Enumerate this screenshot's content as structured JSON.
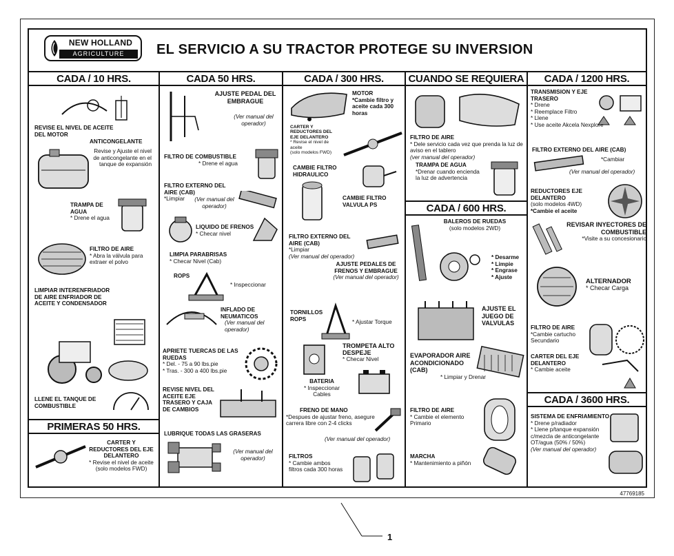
{
  "brand": {
    "name": "NEW HOLLAND",
    "sub": "AGRICULTURE"
  },
  "title": "EL SERVICIO A SU TRACTOR  PROTEGE SU INVERSION",
  "columns": {
    "c1": {
      "head": "CADA / 10 HRS.",
      "head2": "PRIMERAS 50 HRS."
    },
    "c2": {
      "head": "CADA 50 HRS."
    },
    "c3": {
      "head": "CADA / 300 HRS."
    },
    "c4": {
      "head": "CUANDO SE REQUIERA",
      "head2": "CADA / 600 HRS."
    },
    "c5": {
      "head": "CADA / 1200 HRS.",
      "head2": "CADA / 3600 HRS."
    }
  },
  "c1": {
    "nivel": "REVISE EL NIVEL DE ACEITE DEL MOTOR",
    "anti_t": "ANTICONGELANTE",
    "anti_b": "Revise y Ajuste el nivel de anticongelante en el tanque de expansión",
    "trampa_t": "TRAMPA DE AGUA",
    "trampa_b": "* Drene el agua",
    "filtro_t": "FILTRO DE AIRE",
    "filtro_b": "* Abra la válvula para extraer el polvo",
    "limpiar": "LIMPIAR INTERENFRIADOR DE AIRE ENFRIADOR DE ACEITE Y CONDENSADOR",
    "llene": "LLENE EL TANQUE DE COMBUSTIBLE",
    "carter_t": "CARTER Y REDUCTORES DEL EJE DELANTERO",
    "carter_b": "* Revise el nivel de aceite",
    "carter_n": "(solo modelos FWD)"
  },
  "c2": {
    "pedal_t": "AJUSTE PEDAL DEL EMBRAGUE",
    "pedal_n": "(Ver manual del operador)",
    "comb_t": "FILTRO DE COMBUSTIBLE",
    "comb_b": "* Drene el agua",
    "fext_t": "FILTRO EXTERNO DEL AIRE (CAB)",
    "fext_b": "*Limpiar",
    "fext_n": "(Ver manual del operador)",
    "liq_t": "LIQUIDO DE FRENOS",
    "liq_b": "* Checar nivel",
    "limpia_t": "LIMPIA PARABRISAS",
    "limpia_b": "* Checar Nivel (Cab)",
    "rops": "ROPS",
    "rops_b": "* Inspeccionar",
    "infl_t": "INFLADO DE NEUMATICOS",
    "infl_n": "(Ver manual del operador)",
    "apr_t": "APRIETE TUERCAS DE LAS RUEDAS",
    "apr_b1": "* Del. - 75 a 90 lbs.pie",
    "apr_b2": "* Tras. - 300 a 400 lbs.pie",
    "rev_t": "REVISE NIVEL DEL ACEITE EJE TRASERO Y CAJA DE CAMBIOS",
    "lub_t": "LUBRIQUE TODAS LAS GRASERAS",
    "lub_n": "(Ver manual del operador)"
  },
  "c3": {
    "motor_t": "MOTOR",
    "motor_b": "*Cambie filtro y aceite cada 300 horas",
    "carter_t": "CARTER Y REDUCTORES DEL EJE DELANTERO",
    "carter_b": "* Revise el nivel de aceite",
    "carter_n": "(solo modelos FWD)",
    "hid_t": "CAMBIE FILTRO HIDRAULICO",
    "ps_t": "CAMBIE FILTRO VALVULA PS",
    "fext_t": "FILTRO EXTERNO DEL AIRE (CAB)",
    "fext_b": "*Limpiar",
    "fext_n": "(Ver manual del operador)",
    "ped_t": "AJUSTE PEDALES DE FRENOS Y EMBRAGUE",
    "ped_n": "(Ver manual del operador)",
    "torn_t": "TORNILLOS ROPS",
    "torn_b": "* Ajustar Torque",
    "trom_t": "TROMPETA ALTO DESPEJE",
    "trom_b": "* Checar Nivel",
    "bat_t": "BATERIA",
    "bat_b": "* Inspeccionar Cables",
    "freno_t": "FRENO DE MANO",
    "freno_b": "*Despues de ajustar freno, asegure carrera libre con 2-4 clicks",
    "freno_n": "(Ver manual del operador)",
    "filt_t": "FILTROS",
    "filt_b": "* Cambie ambos filtros cada 300 horas"
  },
  "c4": {
    "aire_t": "FILTRO DE AIRE",
    "aire_b": "* Dele servicio cada vez que prenda la luz de aviso en el tablero",
    "aire_n": "(ver manual del operador)",
    "trampa_t": "TRAMPA DE AGUA",
    "trampa_b": "*Drenar cuando encienda la luz de advertencia",
    "bal_t": "BALEROS DE RUEDAS",
    "bal_n": "(solo modelos 2WD)",
    "bal_l1": "* Desarme",
    "bal_l2": "* Limpie",
    "bal_l3": "* Engrase",
    "bal_l4": "* Ajuste",
    "val_t": "AJUSTE EL JUEGO DE VALVULAS",
    "evap_t": "EVAPORADOR AIRE ACONDICIONADO (CAB)",
    "evap_b": "* Limpiar y Drenar",
    "fa_t": "FILTRO DE AIRE",
    "fa_b": "* Cambie el elemento Primario",
    "marcha_t": "MARCHA",
    "marcha_b": "* Mantenimiento a piñón"
  },
  "c5": {
    "trans_t": "TRANSMISION Y EJE TRASERO",
    "trans_b1": "* Drene",
    "trans_b2": "* Reemplace Filtro",
    "trans_b3": "* Llene",
    "trans_b4": "* Use aceite Akcela Nexplore",
    "fext_t": "FILTRO EXTERNO DEL AIRE (CAB)",
    "fext_b": "*Cambiar",
    "fext_n": "(Ver manual del operador)",
    "red_t": "REDUCTORES EJE DELANTERO",
    "red_n": "(solo modelos 4WD)",
    "red_b": "*Cambie el aceite",
    "iny_t": "REVISAR INYECTORES DE COMBUSTIBLE",
    "iny_b": "*Visite a su concesionario",
    "alt_t": "ALTERNADOR",
    "alt_b": "* Checar Carga",
    "fa_t": "FILTRO DE AIRE",
    "fa_b": "*Cambie cartucho Secundario",
    "cart_t": "CARTER DEL EJE DELANTERO",
    "cart_b": "* Cambie aceite",
    "sis_t": "SISTEMA DE ENFRIAMIENTO",
    "sis_b1": "* Drene p/radiador",
    "sis_b2": "* Llene p/tanque expansión c/mezcla de anticongelante OT/agua (50% / 50%)",
    "sis_n": "(Ver manual del operador)"
  },
  "part_number": "47769185",
  "callout": "1"
}
